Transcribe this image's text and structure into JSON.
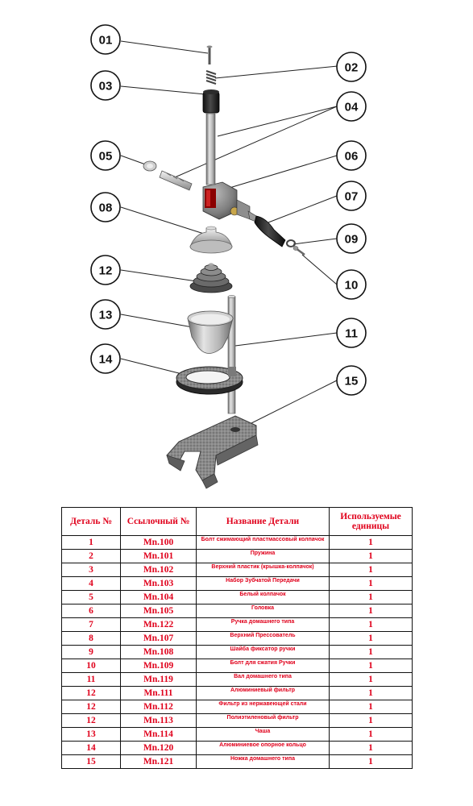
{
  "callouts": [
    {
      "label": "01",
      "part": "bolt"
    },
    {
      "label": "02",
      "part": "spring"
    },
    {
      "label": "03",
      "part": "top-cap"
    },
    {
      "label": "04",
      "part": "gear-shaft"
    },
    {
      "label": "05",
      "part": "white-cap"
    },
    {
      "label": "06",
      "part": "head"
    },
    {
      "label": "07",
      "part": "handle"
    },
    {
      "label": "08",
      "part": "upper-press"
    },
    {
      "label": "09",
      "part": "handle-washer"
    },
    {
      "label": "10",
      "part": "handle-bolt"
    },
    {
      "label": "11",
      "part": "shaft"
    },
    {
      "label": "12",
      "part": "filter"
    },
    {
      "label": "13",
      "part": "bowl"
    },
    {
      "label": "14",
      "part": "support-ring"
    },
    {
      "label": "15",
      "part": "foot"
    }
  ],
  "table": {
    "headers": [
      "Деталь №",
      "Ссылочный №",
      "Название Детали",
      "Используемые единицы"
    ],
    "rows": [
      {
        "num": "1",
        "ref": "Mn.100",
        "name": "Болт сжимающий пластмассовый колпачок",
        "qty": "1"
      },
      {
        "num": "2",
        "ref": "Mn.101",
        "name": "Пружина",
        "qty": "1"
      },
      {
        "num": "3",
        "ref": "Mn.102",
        "name": "Верхний пластик (крышка-колпачок)",
        "qty": "1"
      },
      {
        "num": "4",
        "ref": "Mn.103",
        "name": "Набор Зубчатой Передачи",
        "qty": "1"
      },
      {
        "num": "5",
        "ref": "Mn.104",
        "name": "Белый колпачок",
        "qty": "1"
      },
      {
        "num": "6",
        "ref": "Mn.105",
        "name": "Головка",
        "qty": "1"
      },
      {
        "num": "7",
        "ref": "Mn.122",
        "name": "Ручка домашнего типа",
        "qty": "1"
      },
      {
        "num": "8",
        "ref": "Mn.107",
        "name": "Верхний Прессователь",
        "qty": "1"
      },
      {
        "num": "9",
        "ref": "Mn.108",
        "name": "Шайба  фиксатор ручки",
        "qty": "1"
      },
      {
        "num": "10",
        "ref": "Mn.109",
        "name": "Болт для сжатия Ручки",
        "qty": "1"
      },
      {
        "num": "11",
        "ref": "Mn.119",
        "name": "Вал домашнего типа",
        "qty": "1"
      },
      {
        "num": "12",
        "ref": "Mn.111",
        "name": "Алюминиевый фильтр",
        "qty": "1"
      },
      {
        "num": "12",
        "ref": "Mn.112",
        "name": "Фильтр из нержавеющей стали",
        "qty": "1"
      },
      {
        "num": "12",
        "ref": "Mn.113",
        "name": "Полиэтиленовый фильтр",
        "qty": "1"
      },
      {
        "num": "13",
        "ref": "Mn.114",
        "name": "Чаша",
        "qty": "1"
      },
      {
        "num": "14",
        "ref": "Mn.120",
        "name": "Алюминиевое опорное кольцо",
        "qty": "1"
      },
      {
        "num": "15",
        "ref": "Mn.121",
        "name": "Ножка домашнего типа",
        "qty": "1"
      }
    ]
  }
}
